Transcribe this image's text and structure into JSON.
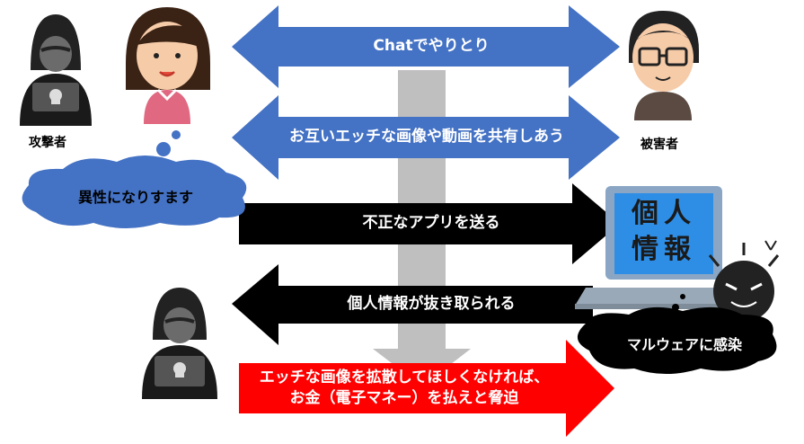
{
  "people": {
    "attacker_label": "攻撃者",
    "victim_label": "被害者"
  },
  "clouds": {
    "impersonation": "異性になりすます",
    "malware": "マルウェアに感染"
  },
  "arrows": {
    "chat": "Chatでやりとり",
    "share": "お互いエッチな画像や動画を共有しあう",
    "send_app": "不正なアプリを送る",
    "steal_info": "個人情報が抜き取られる",
    "extortion_line1": "エッチな画像を拡散してほしくなければ、",
    "extortion_line2": "お金（電子マネー）を払えと脅迫"
  },
  "laptop": {
    "screen_line1": "個人",
    "screen_line2": "情報"
  },
  "colors": {
    "blue": "#4472C4",
    "black": "#000000",
    "red": "#FF0000",
    "gray": "#BFBFBF",
    "screen": "#2E8EE6"
  }
}
